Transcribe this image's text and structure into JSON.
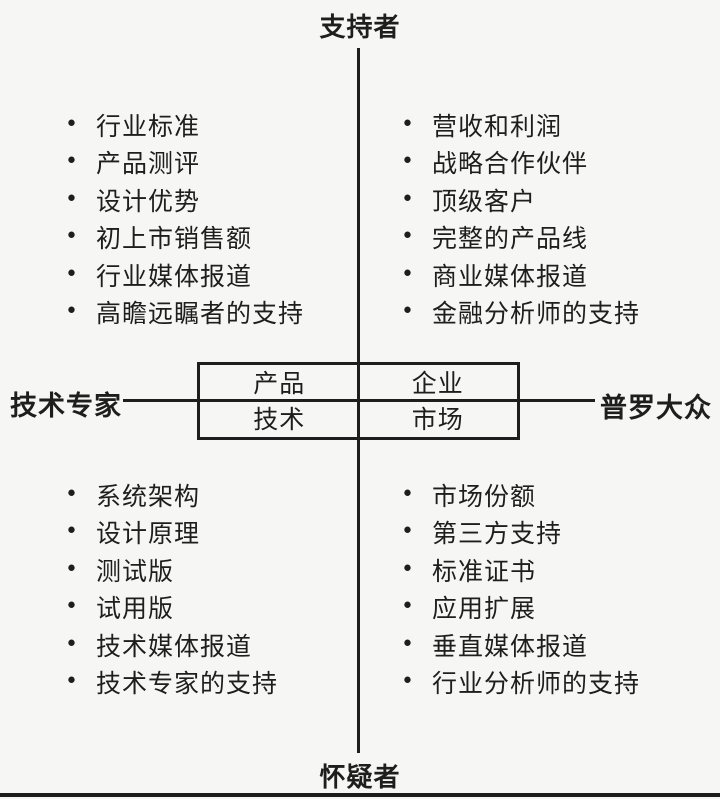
{
  "axes": {
    "top": "支持者",
    "bottom": "怀疑者",
    "left": "技术专家",
    "right": "普罗大众"
  },
  "matrix": {
    "top_left": "产品",
    "top_right": "企业",
    "bottom_left": "技术",
    "bottom_right": "市场"
  },
  "quadrants": {
    "top_left": [
      "行业标准",
      "产品测评",
      "设计优势",
      "初上市销售额",
      "行业媒体报道",
      "高瞻远瞩者的支持"
    ],
    "top_right": [
      "营收和利润",
      "战略合作伙伴",
      "顶级客户",
      "完整的产品线",
      "商业媒体报道",
      "金融分析师的支持"
    ],
    "bottom_left": [
      "系统架构",
      "设计原理",
      "测试版",
      "试用版",
      "技术媒体报道",
      "技术专家的支持"
    ],
    "bottom_right": [
      "市场份额",
      "第三方支持",
      "标准证书",
      "应用扩展",
      "垂直媒体报道",
      "行业分析师的支持"
    ]
  },
  "bullet_glyph": "•",
  "colors": {
    "background": "#f6f6f4",
    "ink": "#1e1e1e"
  }
}
